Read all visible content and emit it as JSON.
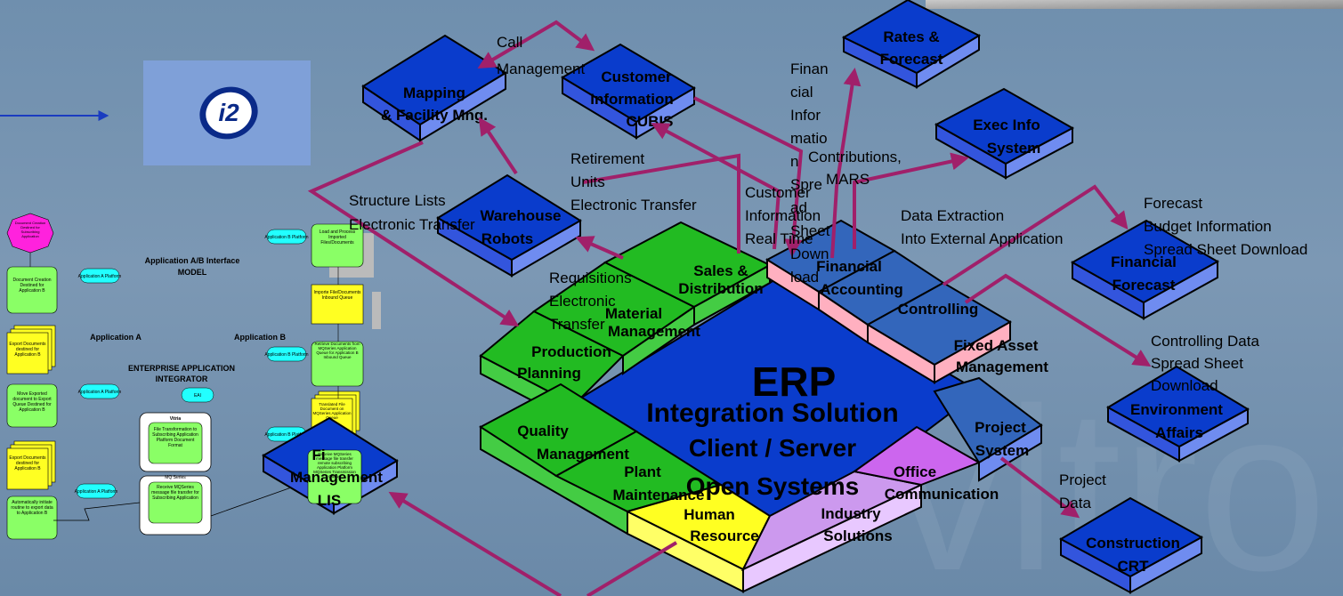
{
  "background_word": "vitron",
  "logo_text": "i2",
  "erp": {
    "title": "ERP",
    "line1": "Integration Solution",
    "line2": "Client / Server",
    "line3": "Open Systems"
  },
  "modules": {
    "sales": [
      "Sales &",
      "Distribution"
    ],
    "material": [
      "Material",
      "Management"
    ],
    "production": [
      "Production",
      "Planning"
    ],
    "quality": [
      "Quality",
      "Management"
    ],
    "plant": [
      "Plant",
      "Maintenance"
    ],
    "hr": [
      "Human",
      "Resource"
    ],
    "industry": [
      "Industry",
      "Solutions"
    ],
    "office": [
      "Office",
      "Communication"
    ],
    "project": [
      "Project",
      "System"
    ],
    "fixed": [
      "Fixed Asset",
      "Management"
    ],
    "controlling": [
      "Controlling"
    ],
    "finacc": [
      "Financial",
      "Accounting"
    ]
  },
  "systems": {
    "mapping": [
      "Mapping",
      "& Facility Mng."
    ],
    "customer": [
      "Customer",
      "Information",
      "CUBIS"
    ],
    "rates": [
      "Rates &",
      "Forecast"
    ],
    "exec": [
      "Exec Info",
      "System"
    ],
    "warehouse": [
      "Warehouse",
      "Robots"
    ],
    "finforecast": [
      "Financial",
      "Forecast"
    ],
    "environment": [
      "Environment",
      "Affairs"
    ],
    "construction": [
      "Construction",
      "CRT"
    ],
    "gis": [
      "Fi",
      "Management",
      "LIS"
    ]
  },
  "flows": {
    "call": [
      "Call",
      "Management"
    ],
    "structure": [
      "Structure Lists",
      "Electronic Transfer"
    ],
    "retirement": [
      "Retirement",
      "Units",
      "Electronic Transfer"
    ],
    "requisitions": [
      "Requisitions",
      "Electronic",
      "Transfer"
    ],
    "custinfo": [
      "Customer",
      "Information",
      "Real Time"
    ],
    "financial_info": [
      "Finan",
      "cial",
      "Infor",
      "matio",
      "n",
      "Spre",
      "ad",
      "Sheet",
      "Down",
      "load"
    ],
    "contributions": [
      "Contributions,",
      "MARS"
    ],
    "data_extraction": [
      "Data Extraction",
      "Into External Application"
    ],
    "forecast": [
      "Forecast",
      "Budget Information",
      "Spread Sheet Download"
    ],
    "controlling_data": [
      "Controlling Data",
      "Spread Sheet",
      "Download"
    ],
    "project_data": [
      "Project",
      "Data"
    ]
  },
  "interface_model": {
    "title": "Application A/B Interface",
    "subtitle": "MODEL",
    "app_a": "Application A",
    "app_b": "Application B",
    "eai_title": "ENTERPRISE  APPLICATION",
    "eai_sub": "INTEGRATOR",
    "eai": "EAI",
    "vitria": "Vitria",
    "vitria_box": "File Transformation to Subscribing Application Platform  Document Format",
    "mq_title": "MQ Series",
    "mq_box": "Receive MQSeries message file transfer for Subscribing Application",
    "left_steps": [
      "Document Creation Destined for Application B",
      "Export Documents destined for Application B",
      "Move Exported document to Export Queue Destined for Application B",
      "Export Documents destined for Application B",
      "Automatically initiate routine to export data to Application B"
    ],
    "start_shape": "Document Creation Destined for Subscribing Application",
    "right_steps": [
      "Load and Process Imported Files/Documents",
      "Importe File/Documents Inbound Queue",
      "Retrieve Documents from MQSeries Application Queue for Application B Inbound Queue",
      "Translated File Document on MQSeries Application Queue",
      "Receive MQSeries message file transfer remote subscribing Application Platform MQSeries Transmission Queue"
    ],
    "platform_a": "Application A Platform",
    "platform_b": "Application B Platform"
  },
  "colors": {
    "blue_top": "#0a3ccc",
    "blue_side": "#6f8cf0",
    "green_top": "#22bb22",
    "green_side": "#44cc44",
    "yellow": "#ffff22",
    "pink": "#ffb0c0",
    "lavender": "#d8a0f0",
    "arrow": "#a0206a",
    "background": "#7793b0"
  }
}
